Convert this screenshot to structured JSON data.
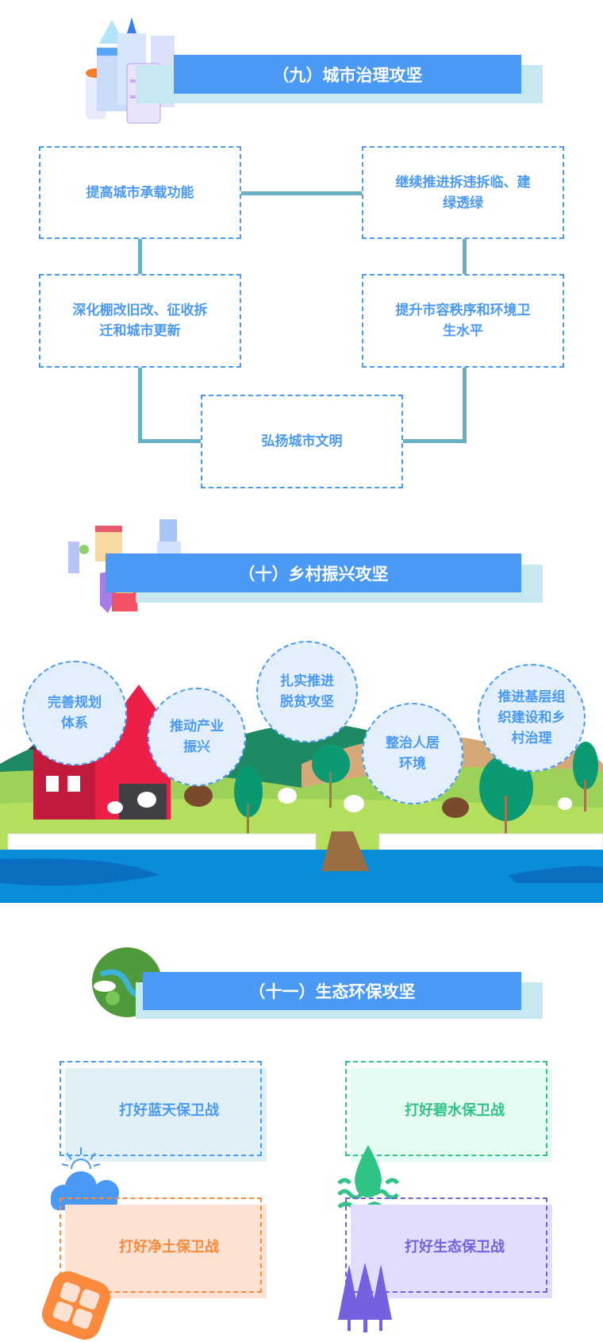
{
  "section9": {
    "title": "（九）城市治理攻坚",
    "boxes": [
      "提高城市承载功能",
      "继续推进拆违拆临、建绿透绿",
      "深化棚改旧改、征收拆迁和城市更新",
      "提升市容秩序和环境卫生水平",
      "弘扬城市文明"
    ]
  },
  "section10": {
    "title": "（十）乡村振兴攻坚",
    "bubbles": [
      "完善规划体系",
      "推动产业振兴",
      "扎实推进脱贫攻坚",
      "整治人居环境",
      "推进基层组织建设和乡村治理"
    ]
  },
  "section11": {
    "title": "（十一）生态环保攻坚",
    "cards": [
      {
        "label": "打好蓝天保卫战",
        "color": "#4a9af5",
        "bg": "#e1f0f6",
        "icon": "cloud-sun-icon"
      },
      {
        "label": "打好碧水保卫战",
        "color": "#2fc485",
        "bg": "#e4fcf1",
        "icon": "water-drop-icon"
      },
      {
        "label": "打好净土保卫战",
        "color": "#fb8a3c",
        "bg": "#fde1d3",
        "icon": "soil-icon"
      },
      {
        "label": "打好生态保卫战",
        "color": "#7560e0",
        "bg": "#e2dcfd",
        "icon": "trees-icon"
      }
    ]
  },
  "colors": {
    "accent": "#4a9af5",
    "connector": "#67b0c2",
    "title_shadow": "#c6e8f1"
  }
}
